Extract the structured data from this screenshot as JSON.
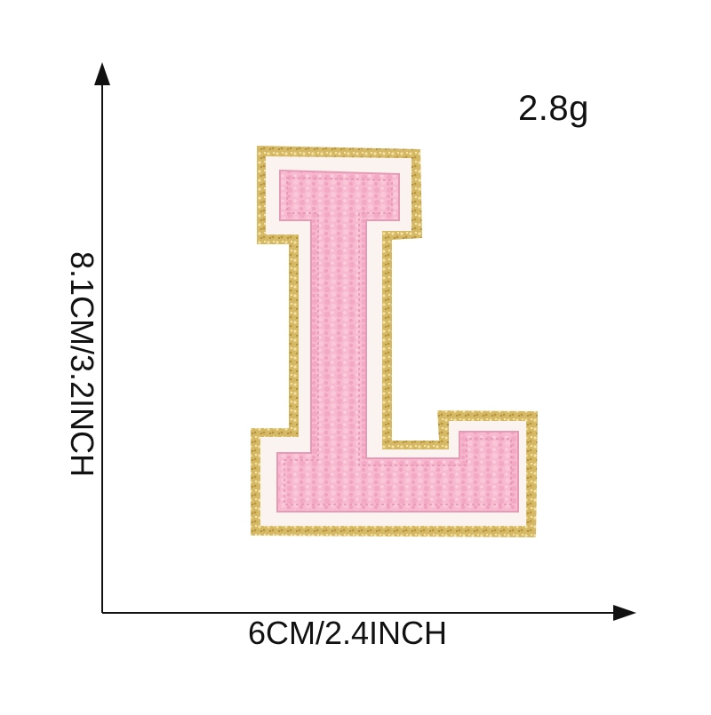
{
  "weight_label": "2.8g",
  "width_label": "6CM/2.4INCH",
  "height_label": "8.1CM/3.2INCH",
  "patch": {
    "letter": "L",
    "colors": {
      "glitter_border": "#d9bd6a",
      "felt_backing": "#fbf3ef",
      "chenille": "#f7b7cd",
      "chenille_shadow": "#e89ab5"
    }
  },
  "icons": {
    "vertical_axis": "arrow-up-icon",
    "horizontal_axis": "arrow-right-icon"
  }
}
